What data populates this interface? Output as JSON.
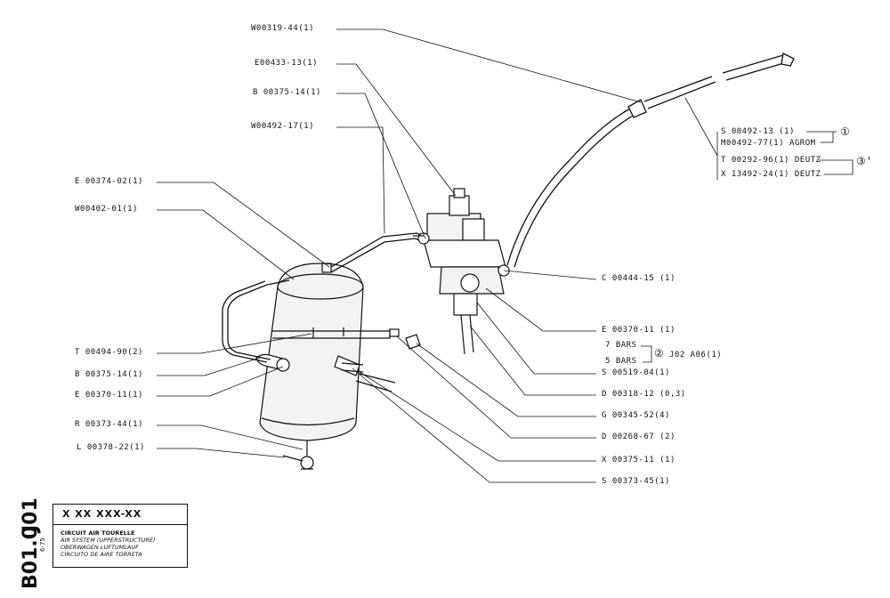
{
  "labels_left": [
    "W00319-44(1)",
    "E00433-13(1)",
    "B 00375-14(1)",
    "W00492-17(1)",
    "E 00374-02(1)",
    "W00402-01(1)",
    "T 00494-90(2)",
    "B 00375-14(1)",
    "E 00370-11(1)",
    "R 00373-44(1)",
    "L 00378-22(1)"
  ],
  "labels_right": [
    "C 00444-15 (1)",
    "E 00370-11 (1)",
    "S 00519-04(1)",
    "D 00318-12 (0,3)",
    "G 00345-52(4)",
    "D 00268-67 (2)",
    "X 00375-11 (1)",
    "S 00373-45(1)"
  ],
  "pressure": {
    "bars7": "7 BARS",
    "bars5": "5 BARS",
    "ref": "J02 A06(1)",
    "mark": "②"
  },
  "hose_options": [
    "S 00492-13 (1)",
    "M00492-77(1)  AGROM",
    "T 00292-96(1)  DEUTZ",
    "X 13492-24(1)  DEUTZ"
  ],
  "hose_marks": [
    "①",
    "③'"
  ],
  "title_block": {
    "code": "X XX XXX-XX",
    "desc_fr": "CIRCUIT AIR TOURELLE",
    "desc_en": "AIR SYSTEM (UPPERSTRUCTURE)",
    "desc_de": "OBERWAGEN LUFTUMLAUF",
    "desc_es": "CIRCUITO DE AIRE TORRETA",
    "page_a": "J01",
    "page_b": "B01.0",
    "date": "6-75"
  }
}
